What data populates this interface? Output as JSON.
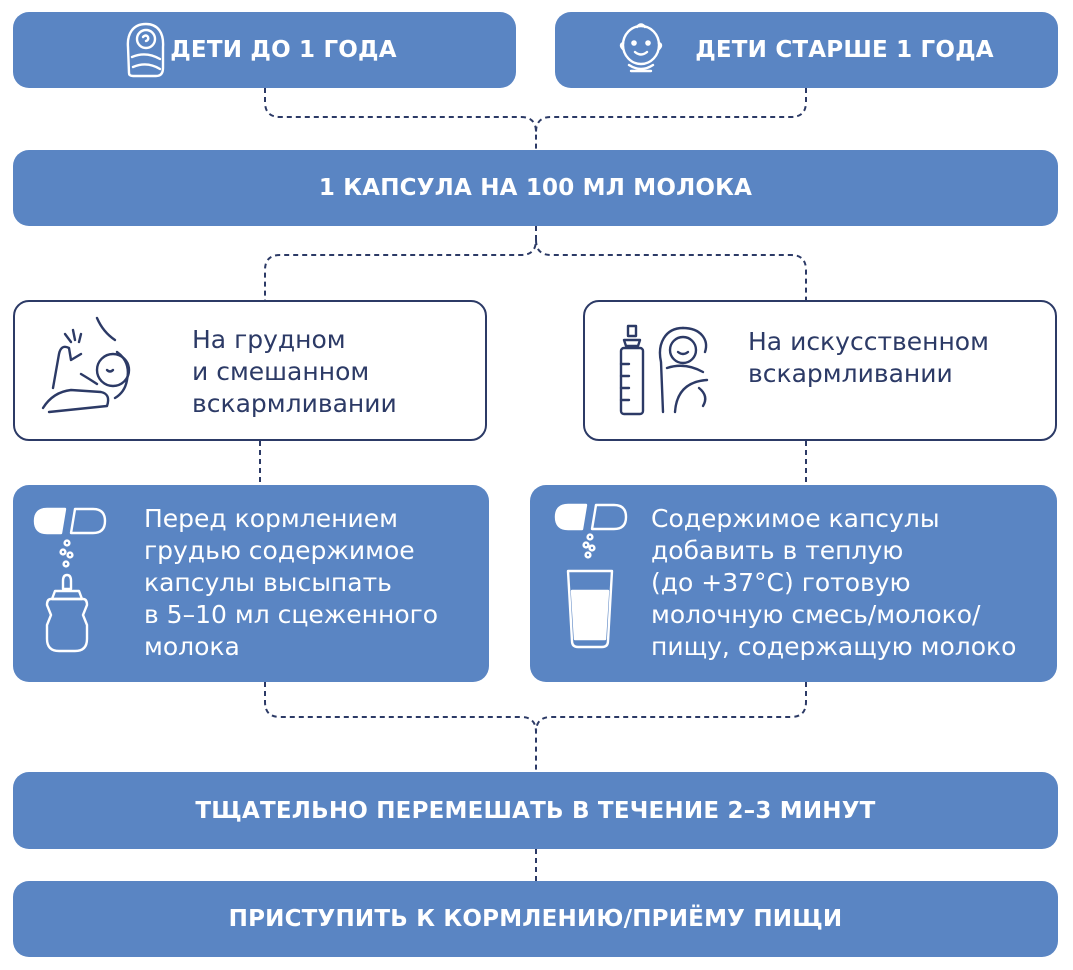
{
  "top": {
    "left_label": "ДЕТИ ДО 1 ГОДА",
    "right_label": "ДЕТИ СТАРШЕ 1 ГОДА"
  },
  "dose": {
    "label": "1 КАПСУЛА НА 100 МЛ МОЛОКА"
  },
  "feeding": {
    "breast_label": "На грудном\nи смешанном\nвскармливании",
    "formula_label": "На искусственном\nвскармливании"
  },
  "steps": {
    "breast_text": "Перед кормлением\nгрудью содержимое\nкапсулы высыпать\nв 5–10 мл сцеженного\nмолока",
    "formula_text": "Содержимое капсулы\nдобавить в теплую\n(до +37°C) готовую\nмолочную смесь/молоко/\nпищу, содержащую молоко"
  },
  "mix": {
    "label": "ТЩАТЕЛЬНО ПЕРЕМЕШАТЬ В ТЕЧЕНИЕ 2–3 МИНУТ"
  },
  "final": {
    "label": "ПРИСТУПИТЬ К КОРМЛЕНИЮ/ПРИЁМУ ПИЩИ"
  },
  "colors": {
    "box_blue": "#5a85c3",
    "outline": "#2c3a66",
    "white": "#ffffff"
  }
}
